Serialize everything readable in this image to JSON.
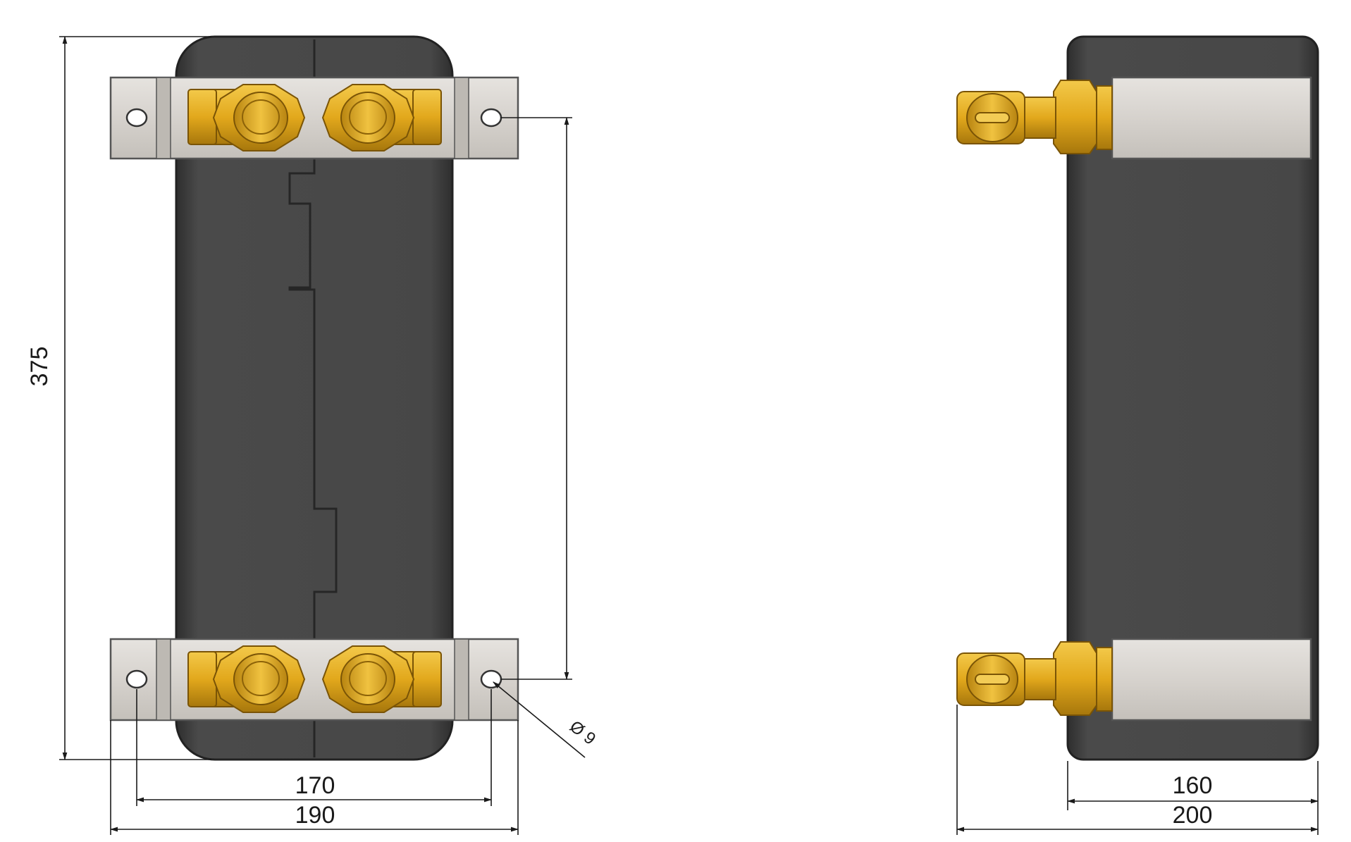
{
  "diagram": {
    "front_view": {
      "dimensions": {
        "height": "375",
        "hole_spacing": "170",
        "bracket_width": "190",
        "hole_diameter": "Ø 9"
      }
    },
    "side_view": {
      "dimensions": {
        "body_depth": "160",
        "overall_depth": "200"
      }
    },
    "colors": {
      "body": "#474747",
      "body_edge": "#2a2a2a",
      "bracket": "#d9d6d2",
      "brass": "#e2a81c",
      "brass_dark": "#9a6c08",
      "line": "#1a1a1a"
    }
  }
}
